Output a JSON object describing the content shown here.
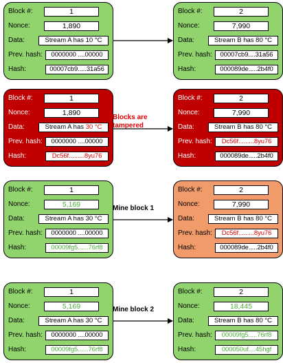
{
  "labels": {
    "block": "Block #:",
    "nonce": "Nonce:",
    "data": "Data:",
    "prev": "Prev. hash:",
    "hash": "Hash:"
  },
  "rows": [
    {
      "caption": "",
      "left": {
        "color": "#91d36d",
        "block": "1",
        "nonce": "1,890",
        "data_main": "Stream A has ",
        "data_value": "10 °C",
        "prev": "0000000 ....00000",
        "hash": "00007cb9.....31a56"
      },
      "right": {
        "color": "#91d36d",
        "block": "2",
        "nonce": "7,990",
        "data": "Stream B has 80 °C",
        "prev": "00007cb9....31a56",
        "hash": "000089de.....2b4f0"
      }
    },
    {
      "caption_line1": "Blocks are",
      "caption_line2": "tampered",
      "left": {
        "color": "#c00000",
        "block": "1",
        "nonce": "1,890",
        "data_main": "Stream A has ",
        "data_value": "30 °C",
        "prev": "0000000 ....00000",
        "hash": "Dc56f.........8yu76"
      },
      "right": {
        "color": "#c00000",
        "block": "2",
        "nonce": "7,990",
        "data": "Stream B has 80 °C",
        "prev": "Dc56f.........8yu76",
        "hash": "000089de.....2b4f0"
      }
    },
    {
      "caption": "Mine block 1",
      "left": {
        "color": "#91d36d",
        "block": "1",
        "nonce": "5,169",
        "data_main": "Stream A has ",
        "data_value": "30 °C",
        "prev": "0000000 ....00000",
        "hash": "00009fg5......76rf8"
      },
      "right": {
        "color": "#f19a6a",
        "block": "2",
        "nonce": "7,990",
        "data": "Stream B has 80 °C",
        "prev": "Dc56f.........8yu76",
        "hash": "000089de.....2b4f0"
      }
    },
    {
      "caption": "Mine block 2",
      "left": {
        "color": "#91d36d",
        "block": "1",
        "nonce": "5,169",
        "data_main": "Stream A has ",
        "data_value": "30 °C",
        "prev": "0000000 ....00000",
        "hash": "00009fg5......76rf8"
      },
      "right": {
        "color": "#91d36d",
        "block": "2",
        "nonce": "18,445",
        "data": "Stream B has 80 °C",
        "prev": "00009fg5.....76rf8",
        "hash": "000050uf....45hgf"
      }
    }
  ],
  "colors": {
    "green_block": "#91d36d",
    "red_block": "#c00000",
    "orange_block": "#f19a6a",
    "red_text": "#e00000",
    "green_text": "#4cae3a"
  }
}
